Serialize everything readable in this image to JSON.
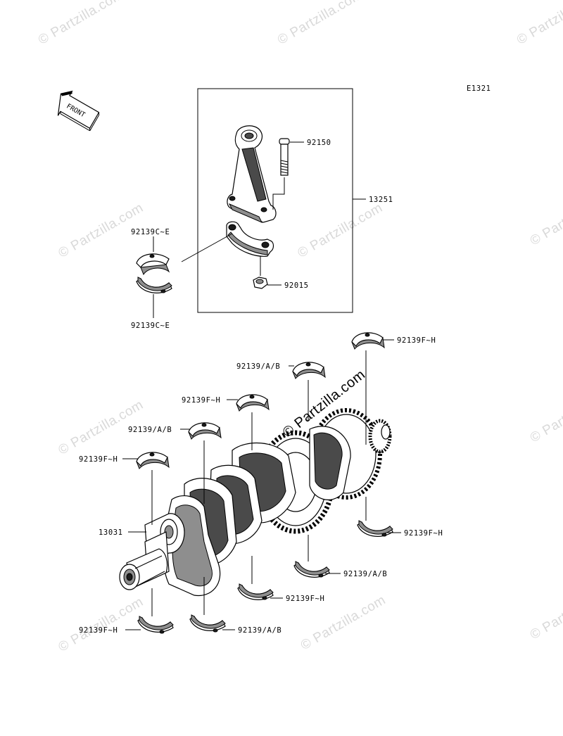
{
  "diagram_code": "E1321",
  "front_arrow_label": "FRONT",
  "watermark": "© Partzilla.com",
  "center_watermark": "© Partzilla.com",
  "callouts": {
    "conrod_bolt": "92150",
    "conrod_assy": "13251",
    "conrod_nut": "92015",
    "conrod_bearing_top": "92139C~E",
    "conrod_bearing_bottom": "92139C~E",
    "main_top_right": "92139F~H",
    "main_ab_1": "92139/A/B",
    "main_fh_1": "92139F~H",
    "main_ab_2": "92139/A/B",
    "main_fh_left": "92139F~H",
    "crankshaft": "13031",
    "main_fh_right": "92139F~H",
    "main_ab_right": "92139/A/B",
    "main_fh_lower": "92139F~H",
    "main_fh_bottom_left": "92139F~H",
    "main_ab_bottom": "92139/A/B"
  }
}
